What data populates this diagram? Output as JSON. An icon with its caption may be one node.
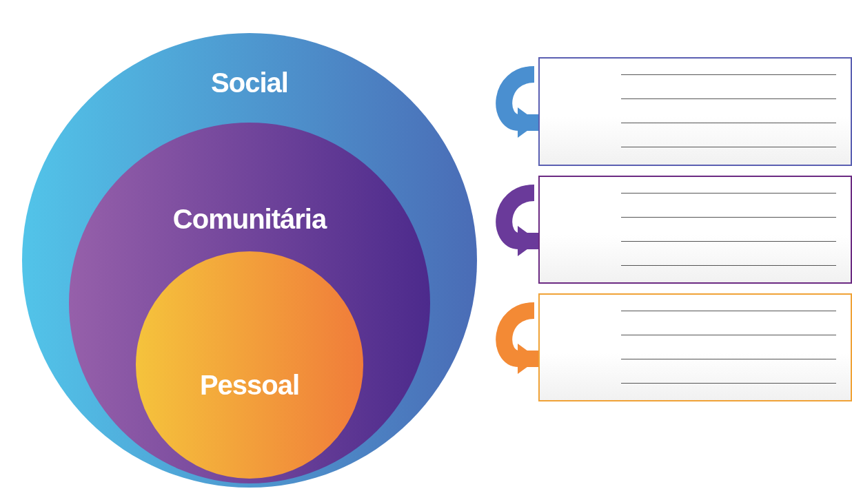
{
  "diagram": {
    "nodes": [
      {
        "text": [
          "Social"
        ]
      },
      {
        "text": [
          "Comunitária"
        ],
        "in": 0
      },
      {
        "text": [
          "Pessoal"
        ],
        "in": 1
      },
      {
        "text": [],
        "shape": "box"
      },
      {
        "text": [],
        "shape": "box"
      },
      {
        "text": [],
        "shape": "box"
      }
    ],
    "edges": [
      {
        "from": null,
        "to": 3,
        "arrow": "to",
        "color": "#4a8fd0"
      },
      {
        "from": null,
        "to": 4,
        "arrow": "to",
        "color": "#6a3a9a"
      },
      {
        "from": null,
        "to": 5,
        "arrow": "to",
        "color": "#f38a35"
      }
    ]
  }
}
